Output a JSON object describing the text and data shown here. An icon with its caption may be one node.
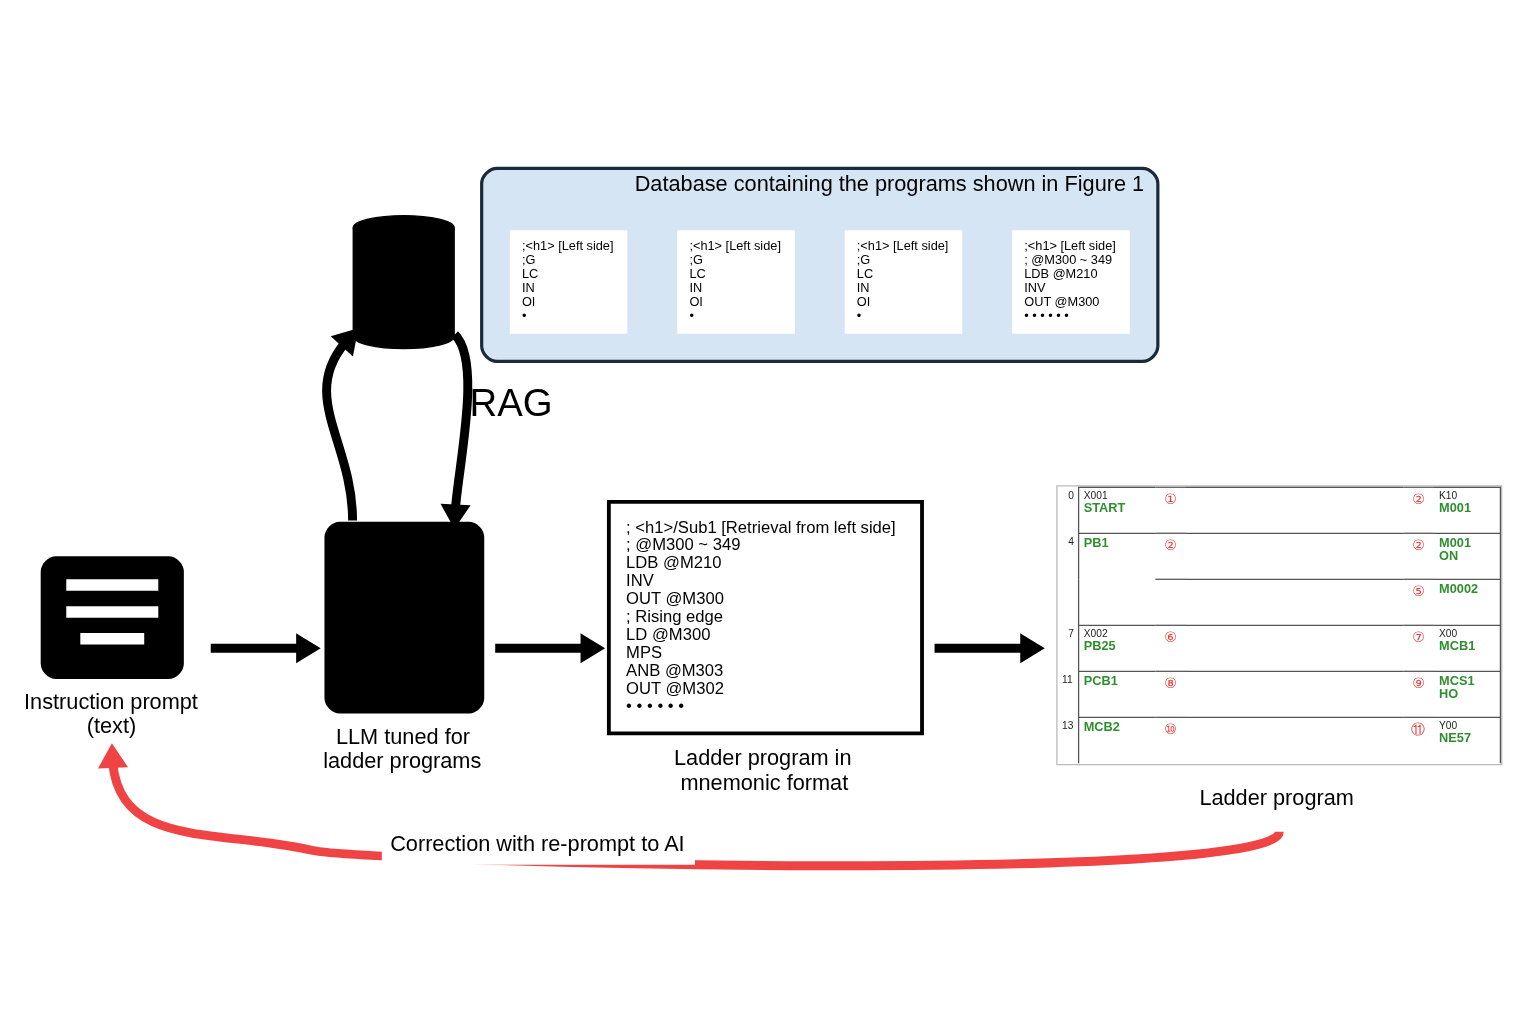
{
  "diagram": {
    "nodes": [
      {
        "text": [],
        "shape": "cylinder"
      },
      {
        "text": [],
        "shape": "ellipse",
        "beside": [
          "Database containing the programs shown in Figure 1"
        ]
      },
      {
        "text": [
          ";<h1> [Left side]",
          ";G",
          "LC",
          "IN",
          "OI",
          "•"
        ],
        "in": 1
      },
      {
        "text": [
          ";<h1> [Left side]",
          ";G",
          "LC",
          "IN",
          "OI",
          "•"
        ],
        "in": 1
      },
      {
        "text": [
          ";<h1> [Left side]",
          ";G",
          "LC",
          "IN",
          "OI",
          "•"
        ],
        "in": 1
      },
      {
        "text": [
          ";<h1> [Left side]",
          "; @M300 ~ 349",
          "LDB @M210",
          "INV",
          "OUT @M300",
          "• • • • • •"
        ],
        "in": 1
      },
      {
        "text": [],
        "shape": "picture",
        "beside": [
          "Instruction prompt (text)"
        ]
      },
      {
        "text": [],
        "shape": "person",
        "beside": [
          "LLM tuned for ladder programs"
        ]
      },
      {
        "text": [
          "; <h1>/Sub1 [Retrieval from left side]",
          "; @M300 ~ 349",
          "LDB @M210",
          "INV",
          "OUT @M300",
          "; Rising edge",
          "LD @M300",
          "MPS",
          "ANB @M303",
          "OUT @M302",
          "• • • • • •"
        ],
        "beside": [
          "Ladder program in mnemonic format"
        ]
      },
      {
        "text": [
          "0",
          "X001",
          "START",
          "①",
          "②",
          "K10",
          "M001",
          "4",
          "PB1",
          "②",
          "②",
          "M001",
          "ON",
          "⑤",
          "M0002",
          "7",
          "X002",
          "PB25",
          "⑥",
          "⑦",
          "X00",
          "MCB1",
          "11",
          "PCB1",
          "⑧",
          "⑨",
          "MCS1",
          "HO",
          "13",
          "MCB2",
          "⑩",
          "⑪",
          "Y00",
          "NE57"
        ],
        "beside": [
          "Ladder program"
        ]
      }
    ],
    "edges": [
      {
        "from": 6,
        "to": 7,
        "arrow": "to"
      },
      {
        "from": 7,
        "to": 0,
        "arrow": "to"
      },
      {
        "from": 0,
        "to": 7,
        "arrow": "to",
        "label": "RAG"
      },
      {
        "from": 7,
        "to": 8,
        "arrow": "to"
      },
      {
        "from": 8,
        "to": 9,
        "arrow": "to"
      },
      {
        "from": 9,
        "to": 6,
        "arrow": "to",
        "label": "Correction with re-prompt to AI",
        "color": "#f04444"
      }
    ]
  }
}
